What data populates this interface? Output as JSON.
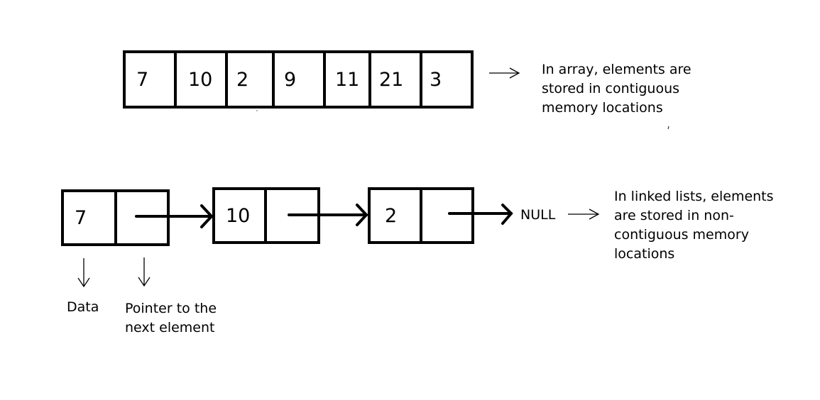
{
  "array": {
    "cells": [
      "7",
      "10",
      "2",
      "9",
      "11",
      "21",
      "3"
    ],
    "description": [
      "In array, elements are",
      "stored in contiguous",
      "memory locations"
    ]
  },
  "linked_list": {
    "nodes": [
      "7",
      "10",
      "2"
    ],
    "terminal": "NULL",
    "description": [
      "In linked lists, elements",
      "are stored in non-",
      "contiguous memory",
      "locations"
    ]
  },
  "labels": {
    "data": "Data",
    "pointer": [
      "Pointer to the",
      "next element"
    ]
  }
}
